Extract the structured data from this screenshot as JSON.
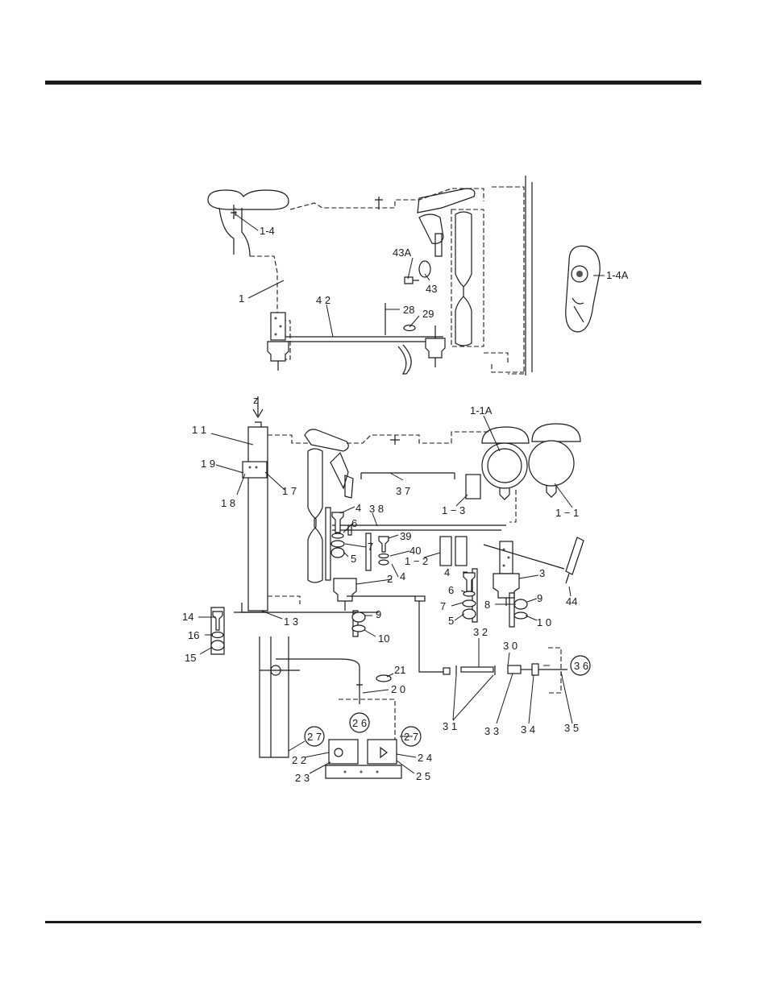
{
  "callouts": {
    "c1_4": "1-4",
    "c43a": "43A",
    "c43": "43",
    "c1_4a": "1-4A",
    "c1": "1",
    "c42": "4 2",
    "c28": "28",
    "c29": "29",
    "cz": "z",
    "c11": "1 1",
    "c19": "1 9",
    "c18": "1 8",
    "c17": "1 7",
    "c1_1a": "1-1A",
    "c37": "3 7",
    "c1_3": "1 − 3",
    "c1_1": "1 − 1",
    "c38": "3 8",
    "c4a": "4",
    "c6a": "6",
    "c7a": "7",
    "c5a": "5",
    "c39": "39",
    "c40": "40",
    "c4b": "4",
    "c1_2": "1 − 2",
    "c2": "2",
    "c4c": "4",
    "c6b": "6",
    "c7b": "7",
    "c5b": "5",
    "c3": "3",
    "c8": "8",
    "c9a": "9",
    "c10a": "1 0",
    "c44": "44",
    "c9b": "9",
    "c10b": "10",
    "c13": "1 3",
    "c14": "14",
    "c16": "16",
    "c15": "15",
    "c32": "3 2",
    "c30": "3 0",
    "c36": "3 6",
    "c31": "3 1",
    "c33": "3 3",
    "c34": "3 4",
    "c35": "3 5",
    "c21": "21",
    "c20": "2 0",
    "c26": "2 6",
    "c27a": "2 7",
    "c27b": "2 7",
    "c22": "2 2",
    "c23": "2 3",
    "c24": "2 4",
    "c25": "2 5"
  }
}
